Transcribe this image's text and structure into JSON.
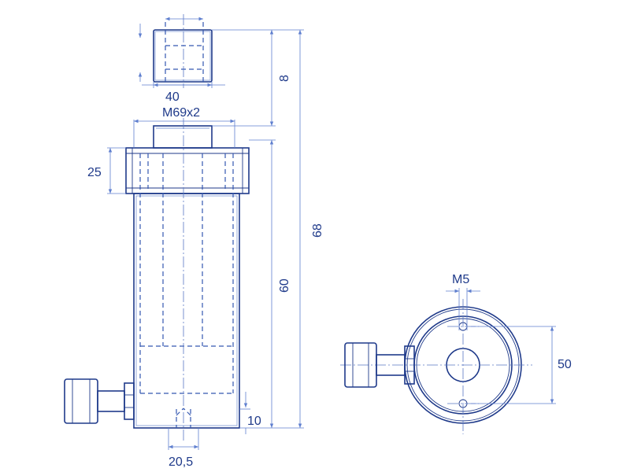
{
  "dimensions": {
    "cap_width": "40",
    "thread": "M69x2",
    "collar_height": "25",
    "cap_height": "8",
    "total_height": "68",
    "body_height": "60",
    "port_offset": "10",
    "bore": "20,5",
    "mount_thread": "M5",
    "bolt_circle": "50"
  },
  "colors": {
    "line": "#1f3a8a",
    "dimension": "#5f7fcf"
  }
}
